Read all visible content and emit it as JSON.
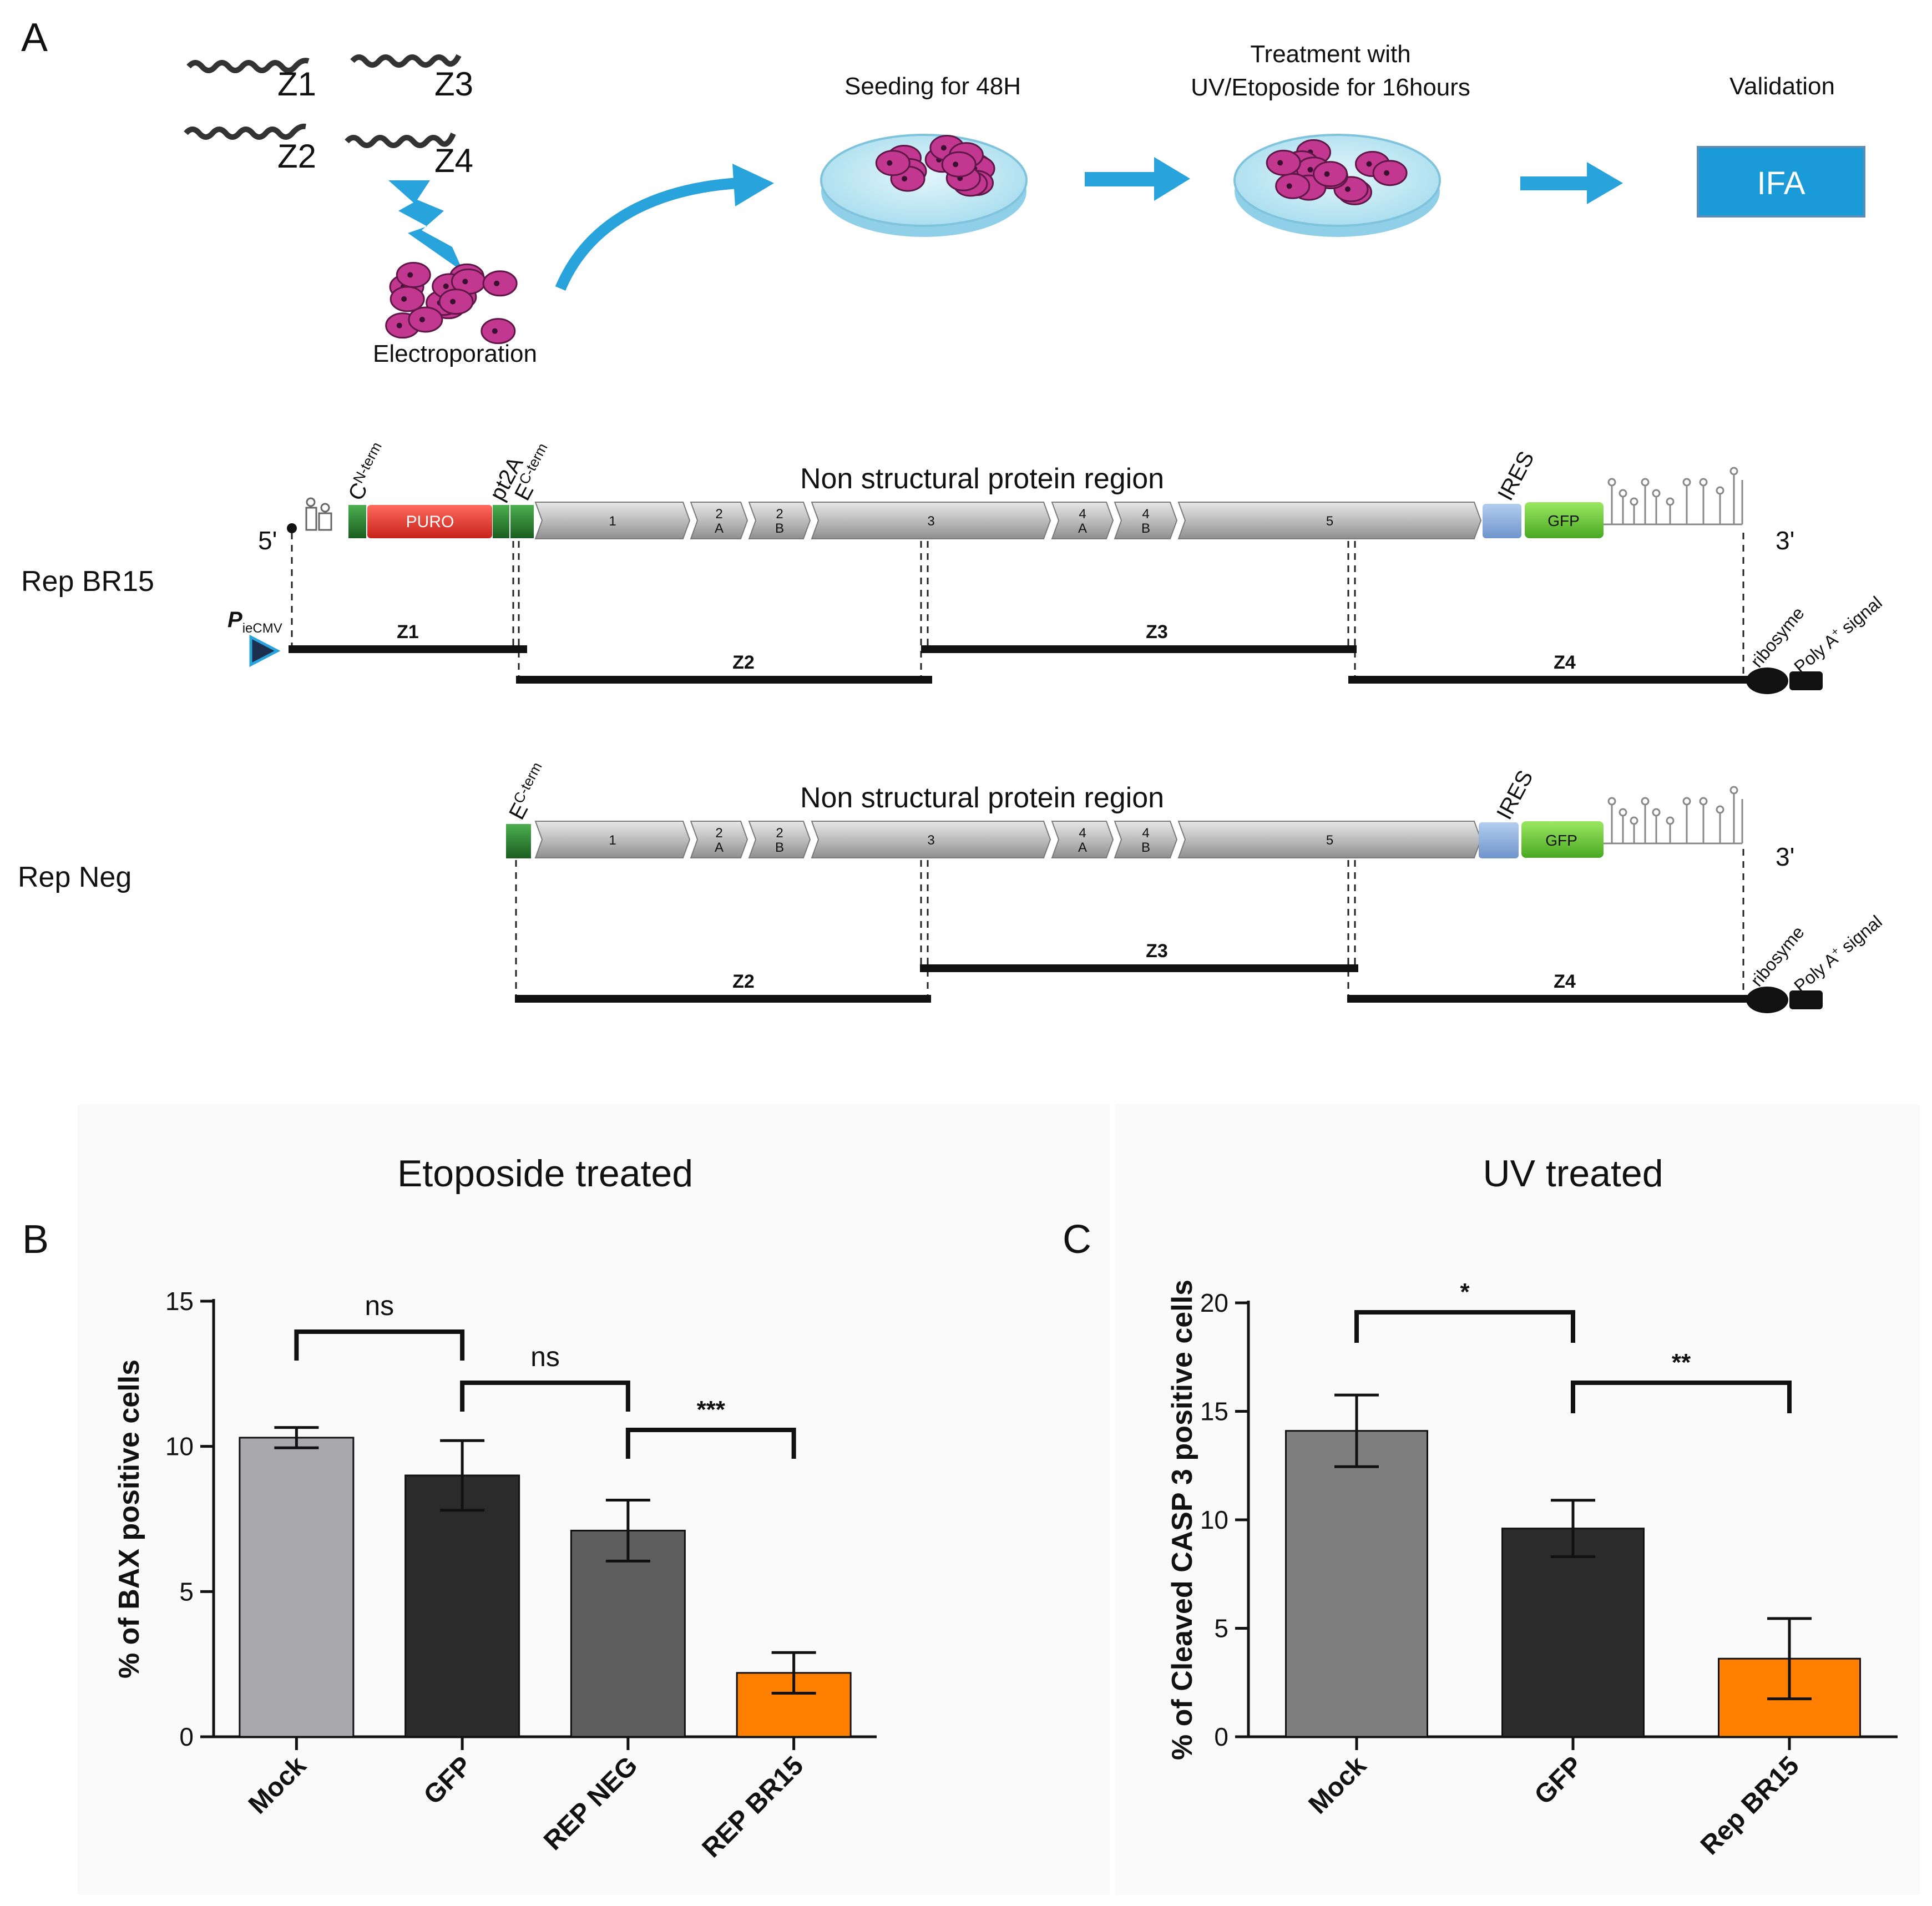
{
  "panel_letters": {
    "a": "A",
    "b": "B",
    "c": "C"
  },
  "panelA": {
    "fragments": [
      "Z1",
      "Z2",
      "Z3",
      "Z4"
    ],
    "electroporation_label": "Electroporation",
    "step_seeding": "Seeding for 48H",
    "step_treatment_line1": "Treatment with",
    "step_treatment_line2": "UV/Etoposide for 16hours",
    "step_validation": "Validation",
    "ifa_label": "IFA",
    "colors": {
      "arrow": "#29a3db",
      "cell": "#c2378f",
      "dish": "#bde6f3",
      "ifa_box": "#1a9ad6"
    }
  },
  "constructs": {
    "repBR15": {
      "label": "Rep BR15",
      "region_title": "Non structural protein region",
      "five_prime": "5'",
      "three_prime": "3'",
      "c_nterm": "C",
      "c_nterm_sup": "N-term",
      "puro": "PURO",
      "pt2a": "pt2A",
      "e_cterm": "E",
      "e_cterm_sup": "C-term",
      "ires": "IRES",
      "gfp": "GFP",
      "promoter": "P",
      "promoter_sub": "ieCMV",
      "ribosyme": "ribosyme",
      "polya": "Poly A",
      "polya_sup": "+",
      "polya_tail": " signal",
      "segments": [
        "1",
        "2",
        "A",
        "2",
        "B",
        "3",
        "4",
        "A",
        "4",
        "B",
        "5"
      ],
      "fragments": [
        "Z1",
        "Z2",
        "Z3",
        "Z4"
      ]
    },
    "repNeg": {
      "label": "Rep Neg",
      "region_title": "Non structural protein region",
      "three_prime": "3'",
      "e_cterm": "E",
      "e_cterm_sup": "C-term",
      "ires": "IRES",
      "gfp": "GFP",
      "ribosyme": "ribosyme",
      "polya": "Poly A",
      "polya_sup": "+",
      "polya_tail": " signal",
      "segments": [
        "1",
        "2",
        "A",
        "2",
        "B",
        "3",
        "4",
        "A",
        "4",
        "B",
        "5"
      ],
      "fragments": [
        "Z2",
        "Z3",
        "Z4"
      ]
    },
    "colors": {
      "gray": "#bdbdbd",
      "green": "#2e7d32",
      "red": "#e53935",
      "gfp": "#66cc33",
      "ires": "#8fb3e0"
    }
  },
  "chart_data": [
    {
      "type": "bar",
      "title": "Etoposide treated",
      "ylabel": "% of BAX positive cells",
      "xlabel": "",
      "categories": [
        "Mock",
        "GFP",
        "REP NEG",
        "REP BR15"
      ],
      "values": [
        10.3,
        9.0,
        7.1,
        2.2
      ],
      "errors": [
        0.35,
        1.2,
        1.05,
        0.7
      ],
      "colors": [
        "#a9a9ad",
        "#2b2b2b",
        "#5e5e5e",
        "#ff7f00"
      ],
      "ylim": [
        0,
        15
      ],
      "yticks": [
        "0",
        "5",
        "10",
        "15"
      ],
      "significance": [
        {
          "from": 0,
          "to": 1,
          "label": "ns"
        },
        {
          "from": 1,
          "to": 2,
          "label": "ns"
        },
        {
          "from": 2,
          "to": 3,
          "label": "***"
        }
      ]
    },
    {
      "type": "bar",
      "title": "UV treated",
      "ylabel": "% of Cleaved CASP 3 positive cells",
      "xlabel": "",
      "categories": [
        "Mock",
        "GFP",
        "Rep BR15"
      ],
      "values": [
        14.1,
        9.6,
        3.6
      ],
      "errors": [
        1.65,
        1.3,
        1.85
      ],
      "colors": [
        "#7f7f7f",
        "#2b2b2b",
        "#ff7f00"
      ],
      "ylim": [
        0,
        20
      ],
      "yticks": [
        "0",
        "5",
        "10",
        "15",
        "20"
      ],
      "significance": [
        {
          "from": 0,
          "to": 1,
          "label": "*"
        },
        {
          "from": 1,
          "to": 2,
          "label": "**"
        }
      ]
    }
  ]
}
